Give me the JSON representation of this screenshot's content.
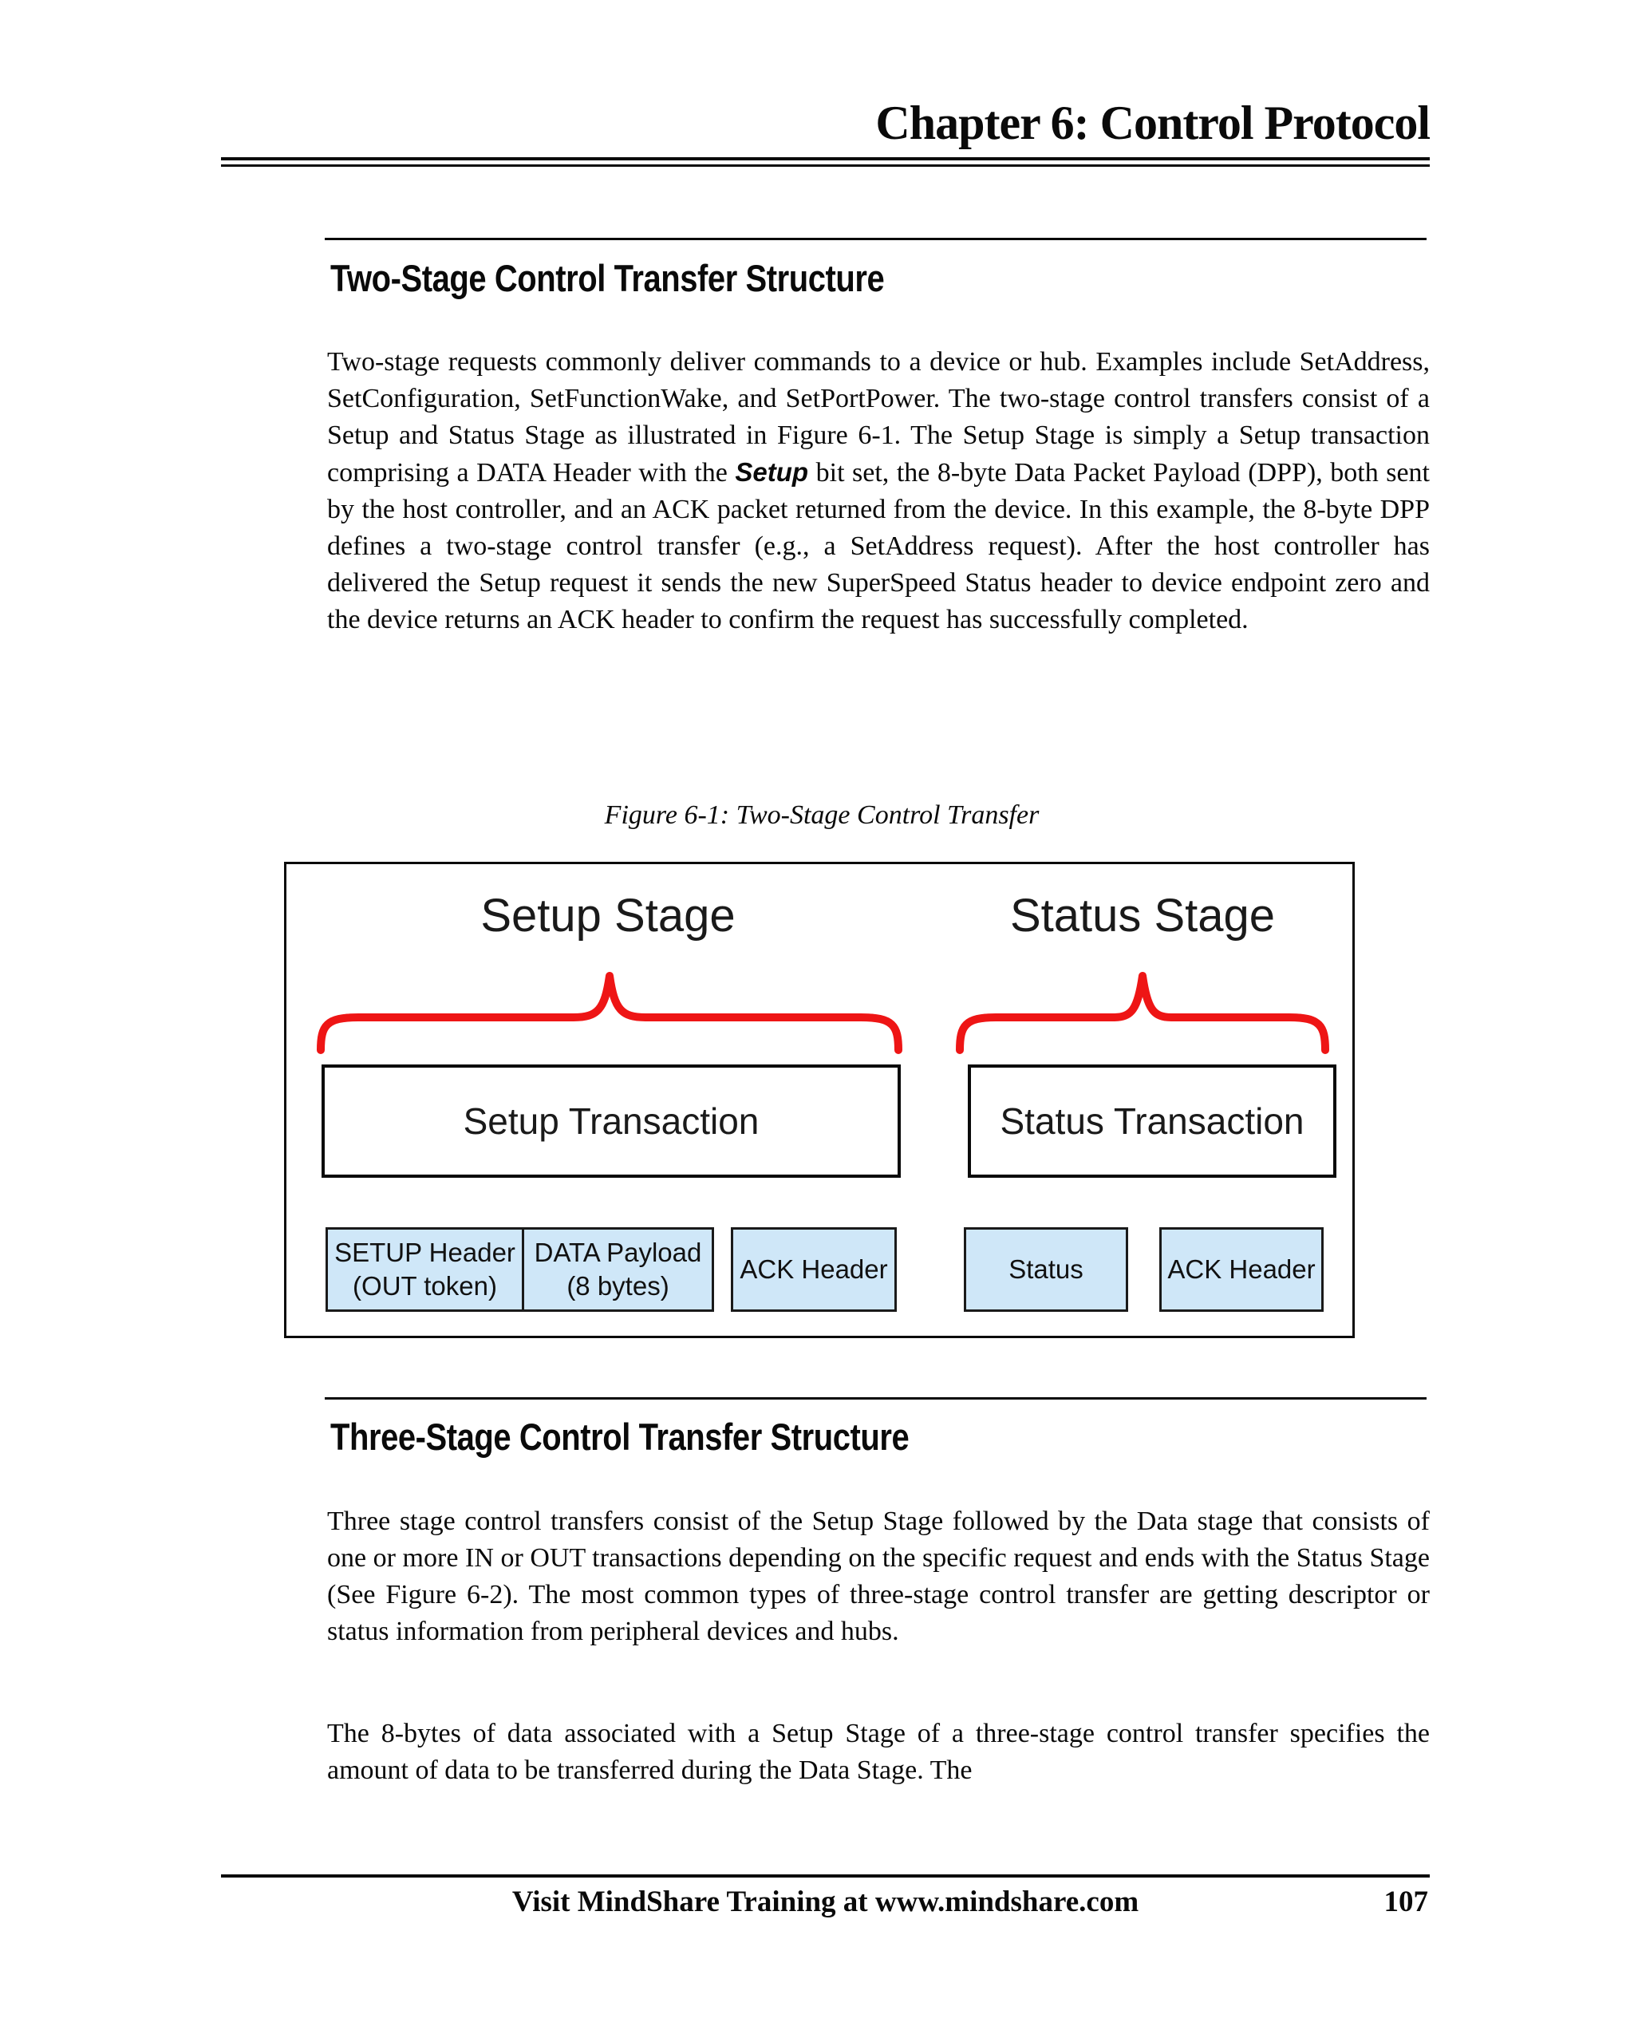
{
  "header": {
    "chapter_title": "Chapter 6: Control Protocol"
  },
  "two_stage": {
    "heading": "Two-Stage Control Transfer Structure",
    "para_pre": "Two-stage requests commonly deliver commands to a device or hub. Examples include SetAddress, SetConfiguration, SetFunctionWake, and SetPortPower. The two-stage control transfers consist of a Setup and Status Stage as illustrated in Figure 6-1. The Setup Stage is simply a Setup transaction comprising a DATA Header with the ",
    "para_bold": "Setup",
    "para_post": " bit set, the 8-byte Data Packet Payload (DPP), both sent by the host controller, and an ACK packet returned from the device. In this example, the 8-byte DPP defines a two-stage control transfer (e.g., a SetAddress request). After the host controller has delivered the Setup request it sends the new SuperSpeed Status header to device endpoint zero and the device returns an ACK header to confirm the request has successfully completed."
  },
  "figure": {
    "caption": "Figure 6-1: Two-Stage Control Transfer",
    "setup_stage_label": "Setup Stage",
    "status_stage_label": "Status Stage",
    "setup_transaction_label": "Setup Transaction",
    "status_transaction_label": "Status Transaction",
    "setup_header_line1": "SETUP Header",
    "setup_header_line2": "(OUT token)",
    "data_payload_line1": "DATA Payload",
    "data_payload_line2": "(8 bytes)",
    "ack_header_label": "ACK Header",
    "status_label": "Status",
    "ack_header2_label": "ACK Header",
    "brace_color": "#ee1515",
    "packet_fill_color": "#cfe7f8"
  },
  "three_stage": {
    "heading": "Three-Stage Control Transfer Structure",
    "paragraph1": "Three stage control transfers consist of the Setup Stage followed by the Data stage that consists of one or more IN or OUT transactions depending on the specific request and ends with the Status Stage (See Figure 6-2). The most common types of three-stage control transfer are getting descriptor or status information from peripheral devices and hubs.",
    "paragraph2": "The 8-bytes of data associated with a Setup Stage of a three-stage control transfer specifies the amount of data to be transferred during the Data Stage. The"
  },
  "footer": {
    "text": "Visit MindShare Training at www.mindshare.com",
    "page_number": "107"
  }
}
